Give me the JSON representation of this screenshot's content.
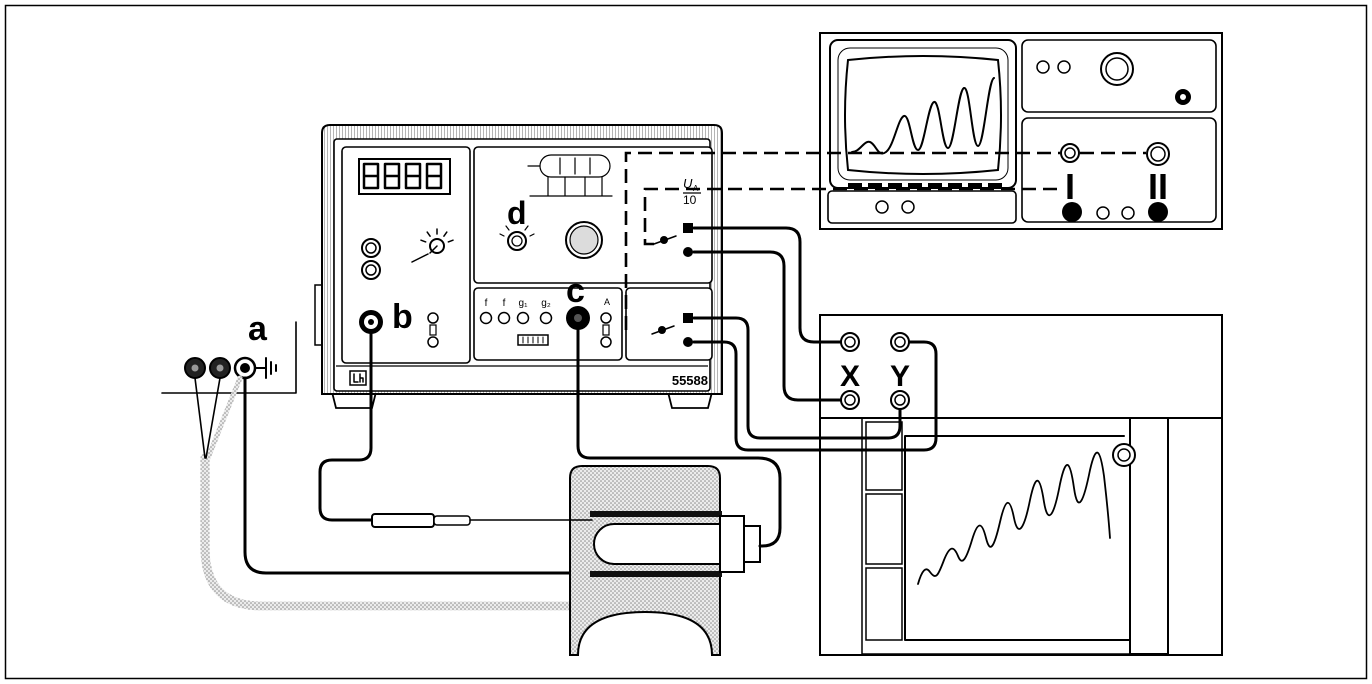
{
  "labels": {
    "ground_connection": "a",
    "thermocouple_socket": "b",
    "heater_socket": "c",
    "voltage_control": "d"
  },
  "operating_unit": {
    "model_number": "55588",
    "output_numerator": "U",
    "output_subscript": "A",
    "output_denominator": "10",
    "socket_labels": [
      "f",
      "f",
      "g₁",
      "g₂"
    ],
    "anode_label": "A"
  },
  "oscilloscope": {
    "channel_1": "I",
    "channel_2": "II"
  },
  "xy_recorder": {
    "x_input": "X",
    "y_input": "Y"
  },
  "colors": {
    "line": "#000000",
    "stipple": "#8a8a8a"
  }
}
